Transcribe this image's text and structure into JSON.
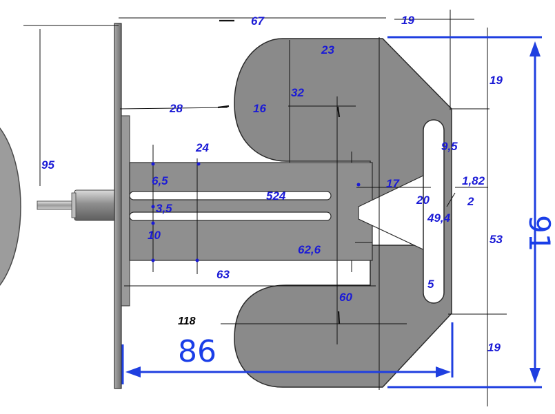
{
  "colors": {
    "background": "#ffffff",
    "dimension_blue": "#1a1ad6",
    "dimension_big_blue": "#1a3ee8",
    "arrow_blue": "#1f3fe0",
    "part_gray": "#8a8a8a",
    "part_dark": "#5a5a5a",
    "line_black": "#111111",
    "black_text": "#000000"
  },
  "dimensions": {
    "d67": "67",
    "d19_top": "19",
    "d23": "23",
    "d19_right_upper": "19",
    "d95": "95",
    "d28": "28",
    "d16": "16",
    "d32": "32",
    "d24": "24",
    "d9": "9,5",
    "d6_5": "6,5",
    "d524": "524",
    "d17": "17",
    "d1_82": "1,82",
    "d20": "20",
    "d2": "2",
    "d91": "91",
    "d3_5": "3,5",
    "d49_4": "49,4",
    "d10": "10",
    "d53": "53",
    "d62_6": "62,6",
    "d63": "63",
    "d5": "5",
    "d60": "60",
    "d118": "118",
    "d86": "86",
    "d19_bottom": "19"
  }
}
